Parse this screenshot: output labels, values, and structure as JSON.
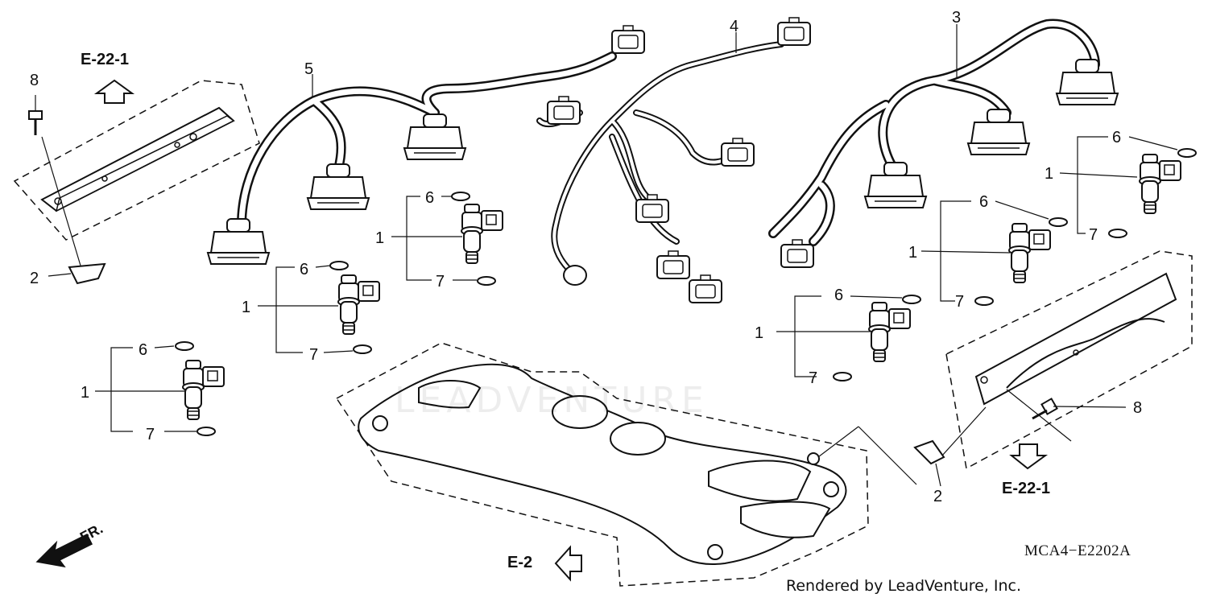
{
  "diagram": {
    "ref_top_left": "E-22-1",
    "ref_bottom_right": "E-22-1",
    "ref_bottom": "E-2",
    "front_marker": "FR.",
    "diagram_code": "MCA4−E2202A",
    "credit": "Rendered by LeadVenture, Inc.",
    "watermark": "LEADVENTURE",
    "callouts": {
      "l1a": "1",
      "l1b": "1",
      "l1c": "1",
      "l1d": "1",
      "l1e": "1",
      "l1f": "1",
      "l2a": "2",
      "l2b": "2",
      "l3": "3",
      "l4": "4",
      "l5": "5",
      "l6a": "6",
      "l6b": "6",
      "l6c": "6",
      "l6d": "6",
      "l6e": "6",
      "l6f": "6",
      "l7a": "7",
      "l7b": "7",
      "l7c": "7",
      "l7d": "7",
      "l7e": "7",
      "l7f": "7",
      "l8a": "8",
      "l8b": "8"
    }
  }
}
